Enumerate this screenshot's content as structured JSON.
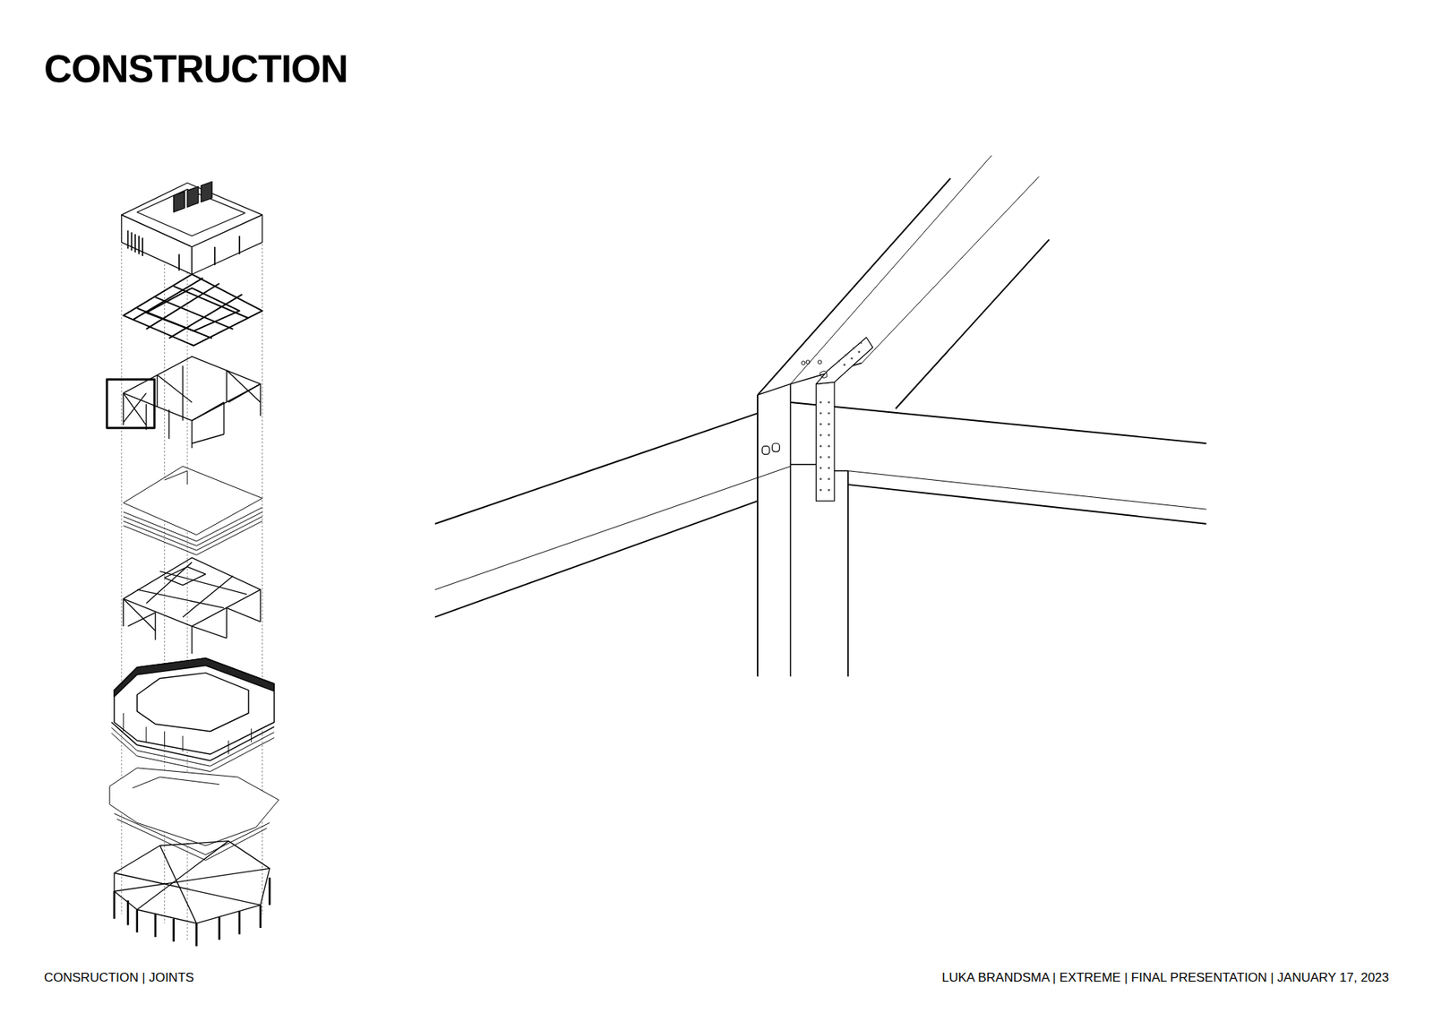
{
  "diagram": {
    "title": "CONSTRUCTION",
    "labels": [
      "CONSRUCTION | JOINTS",
      "LUKA BRANDSMA | EXTREME | FINAL PRESENTATION | JANUARY 17, 2023"
    ]
  }
}
